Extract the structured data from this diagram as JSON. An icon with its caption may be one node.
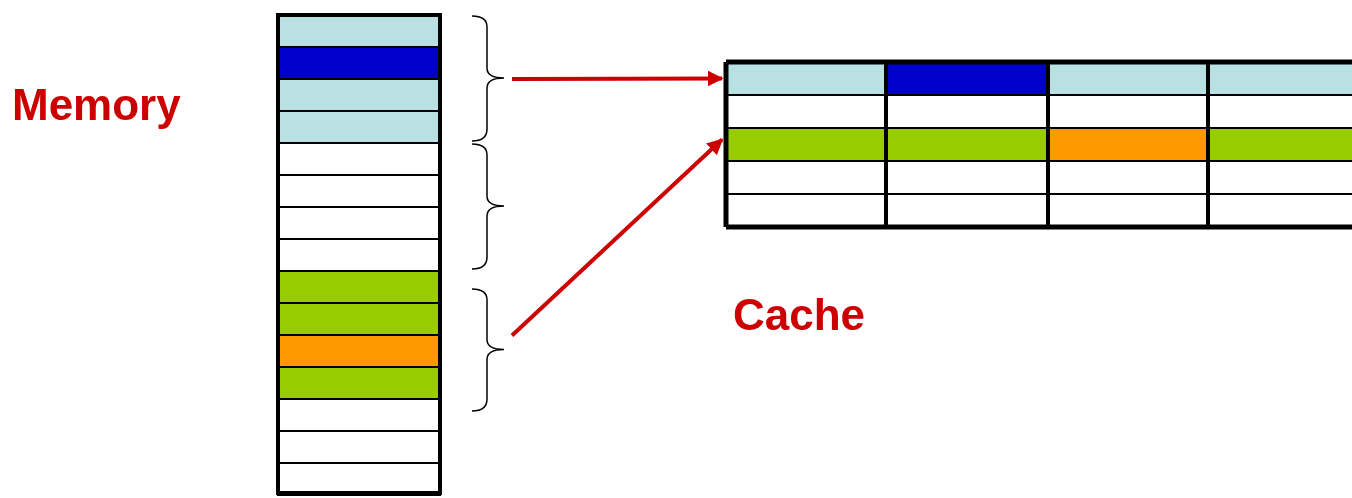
{
  "diagram": {
    "nodes": [
      {
        "text": [],
        "shape": "brace"
      },
      {
        "text": [],
        "shape": "brace"
      },
      {
        "text": [],
        "shape": "brace"
      },
      {
        "text": [],
        "shape": "bar"
      },
      {
        "text": [],
        "shape": "bar"
      }
    ],
    "edges": [
      {
        "from": 0,
        "to": 3,
        "arrow": "to",
        "color": "#cc0000"
      },
      {
        "from": 2,
        "to": 4,
        "arrow": "to",
        "color": "#cc0000"
      }
    ],
    "labels": [
      "Memory",
      "Cache"
    ]
  }
}
